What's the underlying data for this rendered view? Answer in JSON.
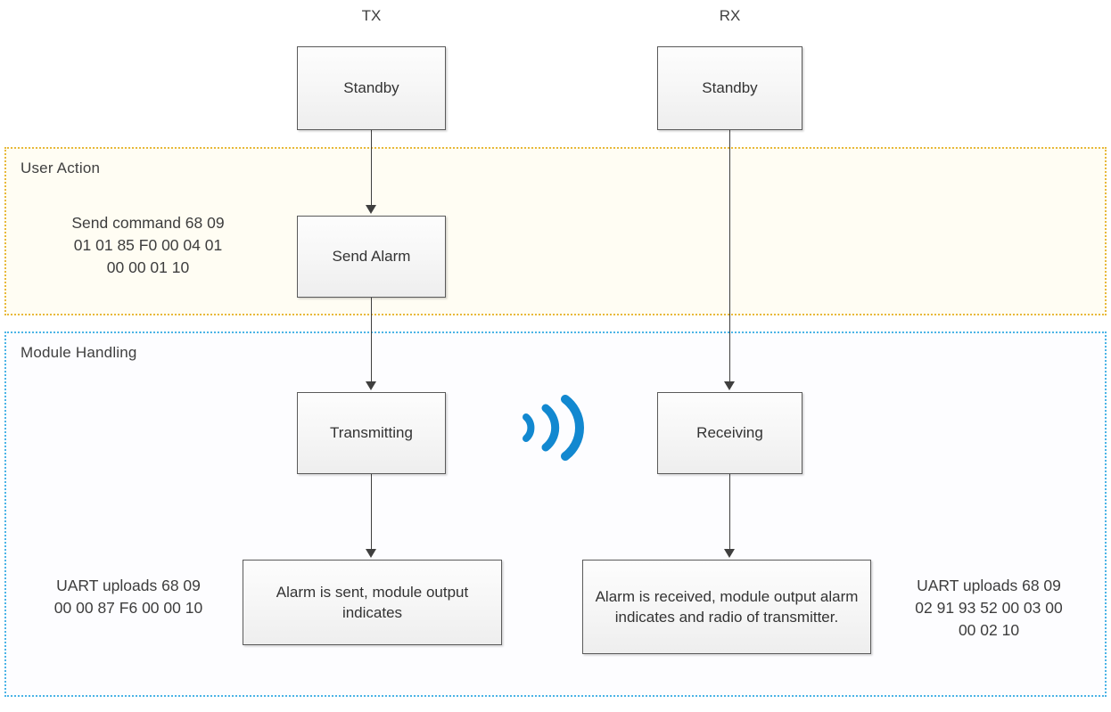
{
  "diagram": {
    "title_tx": "TX",
    "title_rx": "RX",
    "accent_yellow": "#e8b93a",
    "accent_blue": "#4bb4e6",
    "radio_icon_color": "#1288d0",
    "node_border": "#5a5a5a",
    "text_color": "#3d3d3d"
  },
  "lanes": [
    {
      "id": "user-action",
      "label": "User Action"
    },
    {
      "id": "module-handling",
      "label": "Module Handling"
    }
  ],
  "nodes": {
    "tx_standby": "Standby",
    "rx_standby": "Standby",
    "send_alarm": "Send Alarm",
    "transmitting": "Transmitting",
    "receiving": "Receiving",
    "alarm_sent": "Alarm is sent, module output indicates",
    "alarm_received": "Alarm is received, module output alarm indicates and radio of transmitter."
  },
  "annotations": {
    "send_command": "Send command 68 09\n01 01 85 F0 00 04 01\n00 00 01 10",
    "uart_uploads_tx": "UART uploads 68 09\n00 00 87 F6 00 00 10",
    "uart_uploads_rx": "UART uploads 68 09\n02 91 93 52 00 03 00\n00 02 10"
  },
  "icons": {
    "radio_wave": "wireless-signal-icon"
  }
}
